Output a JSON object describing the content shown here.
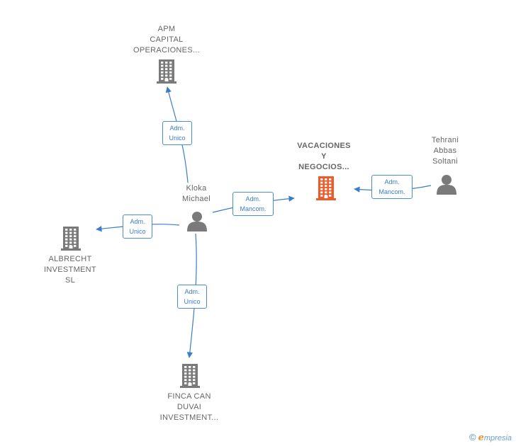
{
  "colors": {
    "edge": "#3a7dc8",
    "company": "#7a7a7a",
    "company_highlight": "#f05a28",
    "person": "#7a7a7a"
  },
  "nodes": [
    {
      "id": "apm",
      "type": "company",
      "lines": [
        "APM",
        "CAPITAL",
        "OPERACIONES..."
      ],
      "icon": "building-icon",
      "highlight": false
    },
    {
      "id": "vacaciones",
      "type": "company",
      "lines": [
        "VACACIONES",
        "Y",
        "NEGOCIOS..."
      ],
      "icon": "building-icon",
      "highlight": true
    },
    {
      "id": "albrecht",
      "type": "company",
      "lines": [
        "ALBRECHT",
        "INVESTMENT",
        "SL"
      ],
      "icon": "building-icon",
      "highlight": false
    },
    {
      "id": "finca",
      "type": "company",
      "lines": [
        "FINCA CAN",
        "DUVAI",
        "INVESTMENT..."
      ],
      "icon": "building-icon",
      "highlight": false
    },
    {
      "id": "kloka",
      "type": "person",
      "lines": [
        "Kloka",
        "Michael"
      ],
      "icon": "person-icon",
      "highlight": false
    },
    {
      "id": "tehrani",
      "type": "person",
      "lines": [
        "Tehrani",
        "Abbas",
        "Soltani"
      ],
      "icon": "person-icon",
      "highlight": false
    }
  ],
  "edges": [
    {
      "id": "kloka-apm",
      "from": "kloka",
      "to": "apm",
      "lines": [
        "Adm.",
        "Unico"
      ]
    },
    {
      "id": "kloka-vacaciones",
      "from": "kloka",
      "to": "vacaciones",
      "lines": [
        "Adm.",
        "Mancom."
      ]
    },
    {
      "id": "kloka-albrecht",
      "from": "kloka",
      "to": "albrecht",
      "lines": [
        "Adm.",
        "Unico"
      ]
    },
    {
      "id": "kloka-finca",
      "from": "kloka",
      "to": "finca",
      "lines": [
        "Adm.",
        "Unico"
      ]
    },
    {
      "id": "tehrani-vacaciones",
      "from": "tehrani",
      "to": "vacaciones",
      "lines": [
        "Adm.",
        "Mancom."
      ]
    }
  ],
  "brand": {
    "copyright": "©",
    "initial": "e",
    "rest": "mpresia"
  }
}
